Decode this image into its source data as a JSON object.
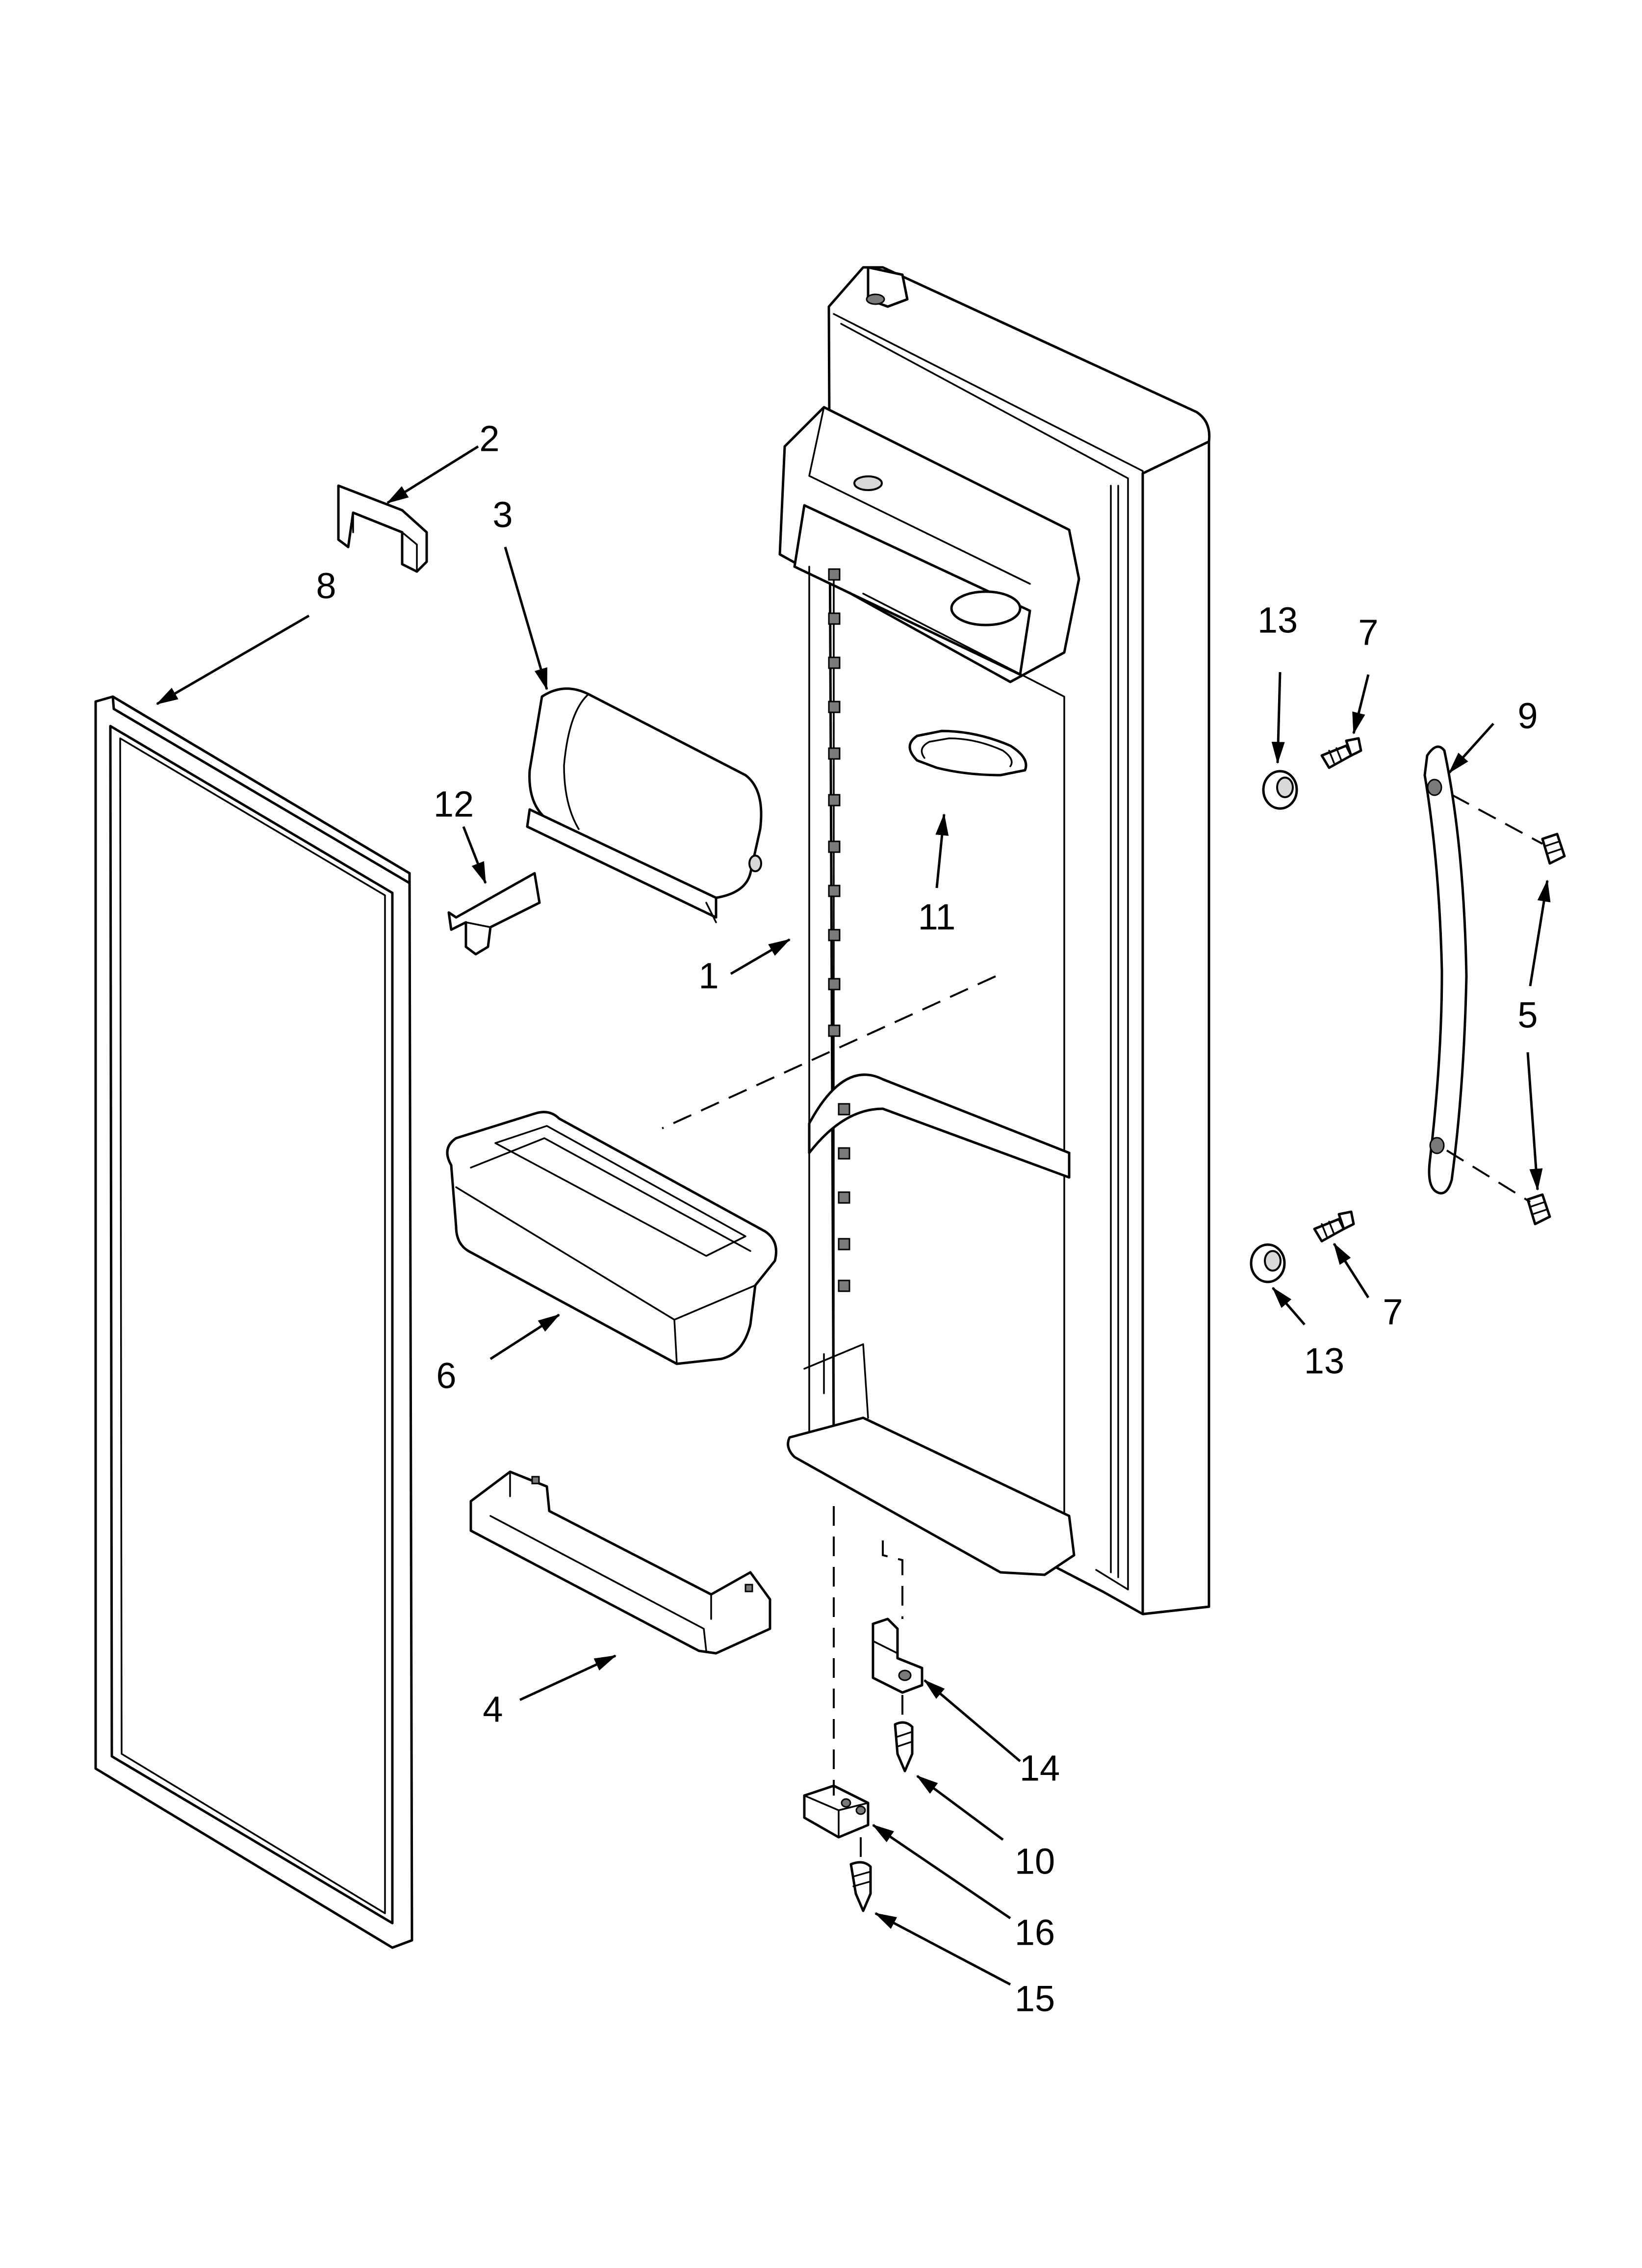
{
  "callouts": [
    {
      "id": "1",
      "label": "1"
    },
    {
      "id": "2",
      "label": "2"
    },
    {
      "id": "3",
      "label": "3"
    },
    {
      "id": "4",
      "label": "4"
    },
    {
      "id": "5",
      "label": "5"
    },
    {
      "id": "6",
      "label": "6"
    },
    {
      "id": "7a",
      "label": "7"
    },
    {
      "id": "7b",
      "label": "7"
    },
    {
      "id": "8",
      "label": "8"
    },
    {
      "id": "9",
      "label": "9"
    },
    {
      "id": "10",
      "label": "10"
    },
    {
      "id": "11",
      "label": "11"
    },
    {
      "id": "12",
      "label": "12"
    },
    {
      "id": "13a",
      "label": "13"
    },
    {
      "id": "13b",
      "label": "13"
    },
    {
      "id": "14",
      "label": "14"
    },
    {
      "id": "15",
      "label": "15"
    },
    {
      "id": "16",
      "label": "16"
    }
  ]
}
